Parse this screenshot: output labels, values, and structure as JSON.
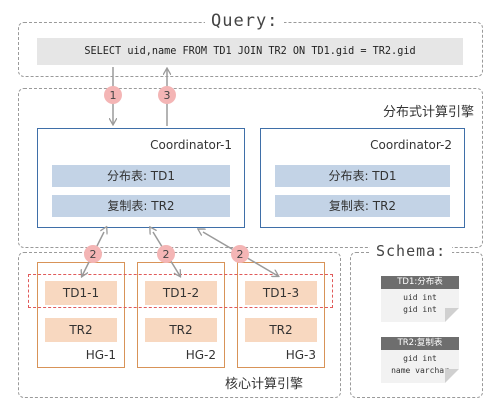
{
  "query": {
    "title": "Query:",
    "sql": "SELECT uid,name FROM TD1 JOIN TR2 ON TD1.gid = TR2.gid"
  },
  "distributed_engine": {
    "label": "分布式计算引擎",
    "coordinators": [
      {
        "name": "Coordinator-1",
        "tables": [
          "分布表: TD1",
          "复制表: TR2"
        ]
      },
      {
        "name": "Coordinator-2",
        "tables": [
          "分布表: TD1",
          "复制表: TR2"
        ]
      }
    ]
  },
  "core_engine": {
    "label": "核心计算引擎",
    "groups": [
      {
        "name": "HG-1",
        "shard": "TD1-1",
        "replica": "TR2"
      },
      {
        "name": "HG-2",
        "shard": "TD1-2",
        "replica": "TR2"
      },
      {
        "name": "HG-3",
        "shard": "TD1-3",
        "replica": "TR2"
      }
    ]
  },
  "steps": {
    "s1": "1",
    "s2": "2",
    "s3": "3"
  },
  "schema": {
    "title": "Schema:",
    "tables": [
      {
        "name": "TD1:分布表",
        "columns": [
          "uid int",
          "gid int"
        ]
      },
      {
        "name": "TR2:复制表",
        "columns": [
          "gid int",
          "name varchar"
        ]
      }
    ]
  },
  "colors": {
    "coordinator_border": "#3f6fa8",
    "table_bar": "#c3d3e6",
    "group_border": "#d89358",
    "node_fill": "#f8d8c0",
    "step_badge": "#f4b5b5",
    "shard_highlight": "#e05a5a"
  }
}
